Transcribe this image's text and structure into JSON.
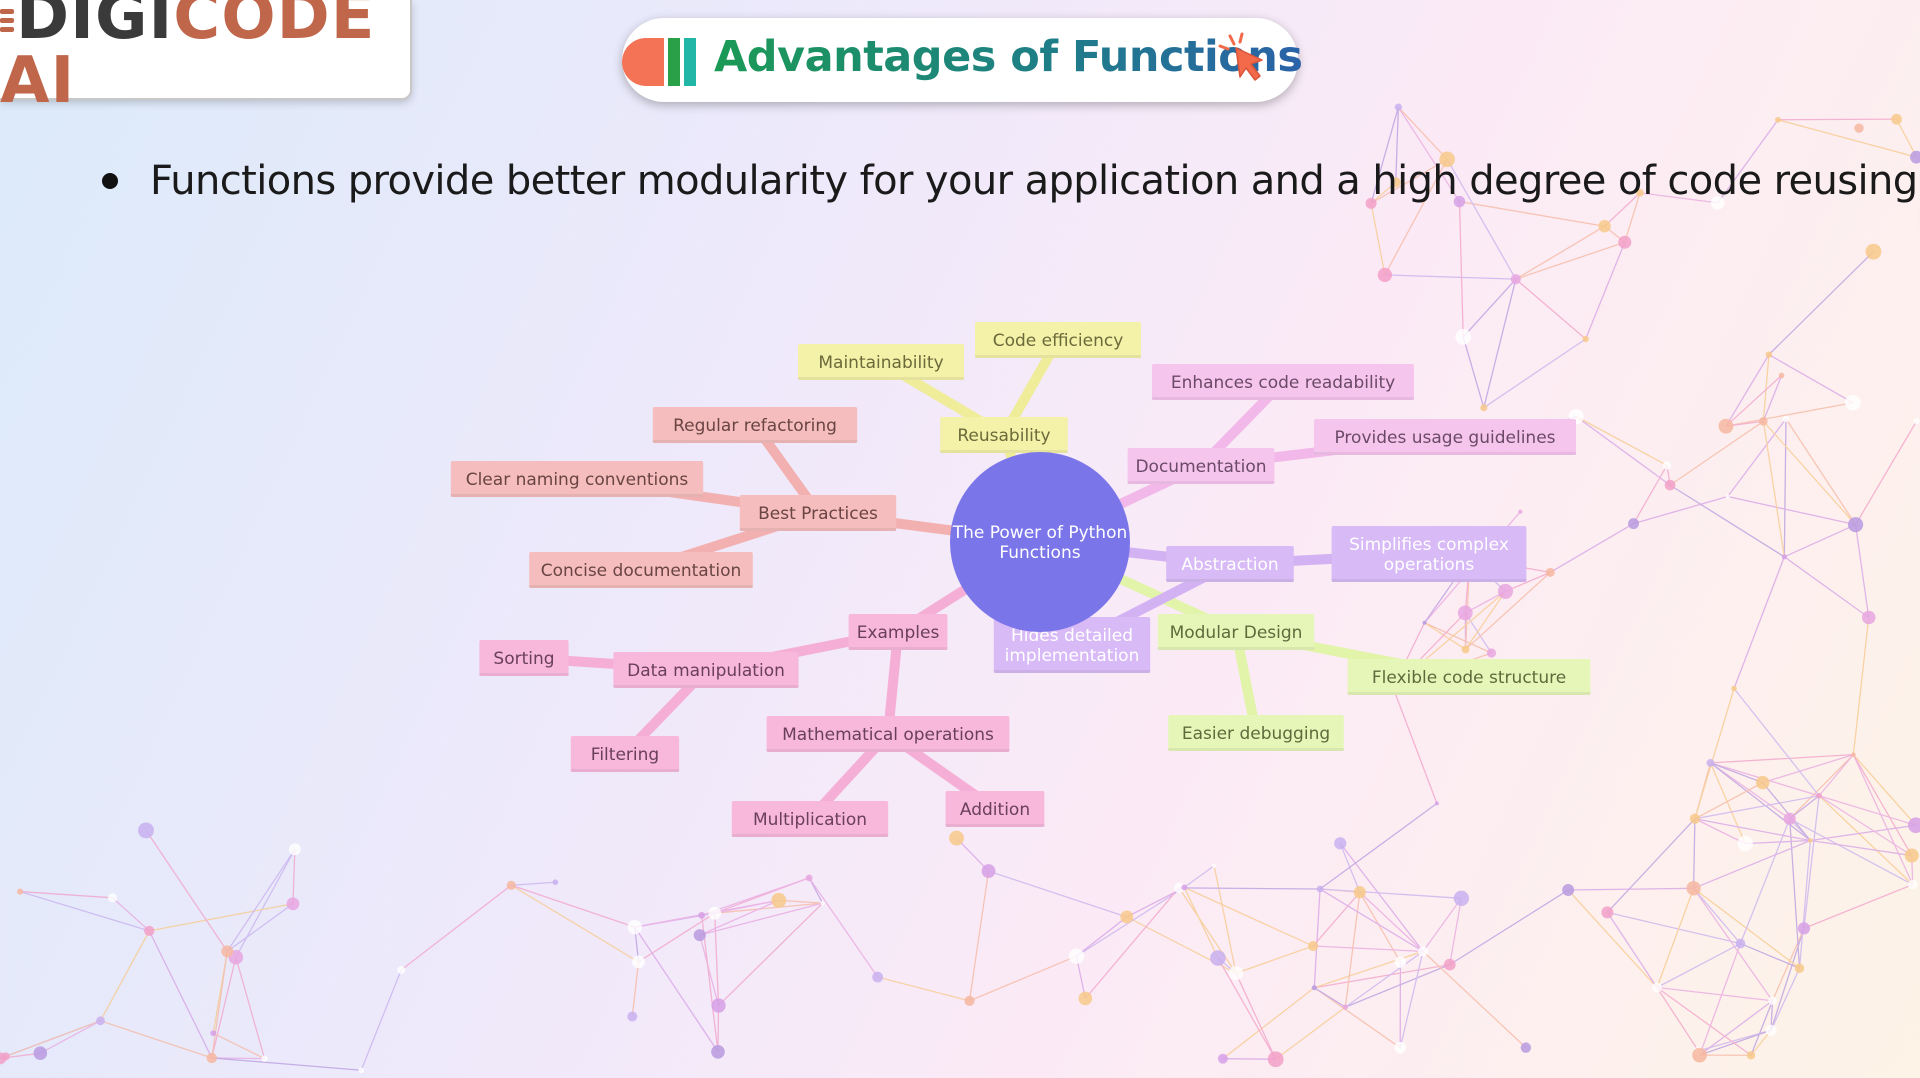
{
  "logo": {
    "part1": "DIGI",
    "part2": "CODE AI"
  },
  "title": {
    "text": "Advantages of Functions",
    "icon": "cursor-click-icon"
  },
  "bullet": {
    "text": "Functions provide better modularity for your application and a high degree of code reusing."
  },
  "mindmap": {
    "root": "The Power of Python Functions",
    "branches": [
      {
        "id": "reusability",
        "label": "Reusability",
        "color": "#f4f1a8",
        "line": "#efec9a",
        "text": "#6b6a3a",
        "children": [
          "Maintainability",
          "Code efficiency"
        ]
      },
      {
        "id": "documentation",
        "label": "Documentation",
        "color": "#f6c5ee",
        "line": "#f2b8ea",
        "text": "#6a4a66",
        "children": [
          "Enhances code readability",
          "Provides usage guidelines"
        ]
      },
      {
        "id": "abstraction",
        "label": "Abstraction",
        "color": "#d8baf6",
        "line": "#d3b2f4",
        "text": "#ffffff",
        "children": [
          "Simplifies complex operations",
          "Hides detailed implementation"
        ]
      },
      {
        "id": "modular",
        "label": "Modular Design",
        "color": "#e6f6b8",
        "line": "#e2f4aa",
        "text": "#5f6a3c",
        "children": [
          "Flexible code structure",
          "Easier debugging"
        ]
      },
      {
        "id": "examples",
        "label": "Examples",
        "color": "#f7b8dc",
        "line": "#f5aed6",
        "text": "#6a3f5a",
        "children": [
          "Data manipulation",
          "Mathematical operations"
        ]
      },
      {
        "id": "dataman",
        "label": "Data manipulation",
        "color": "#f7b8dc",
        "line": "#f5aed6",
        "text": "#6a3f5a",
        "children": [
          "Sorting",
          "Filtering"
        ]
      },
      {
        "id": "math",
        "label": "Mathematical operations",
        "color": "#f7b8dc",
        "line": "#f5aed6",
        "text": "#6a3f5a",
        "children": [
          "Multiplication",
          "Addition"
        ]
      },
      {
        "id": "best",
        "label": "Best Practices",
        "color": "#f5bdbd",
        "line": "#f3b0b0",
        "text": "#6a4444",
        "children": [
          "Regular refactoring",
          "Clear naming conventions",
          "Concise documentation"
        ]
      }
    ],
    "root_color": "#7b75ea"
  }
}
